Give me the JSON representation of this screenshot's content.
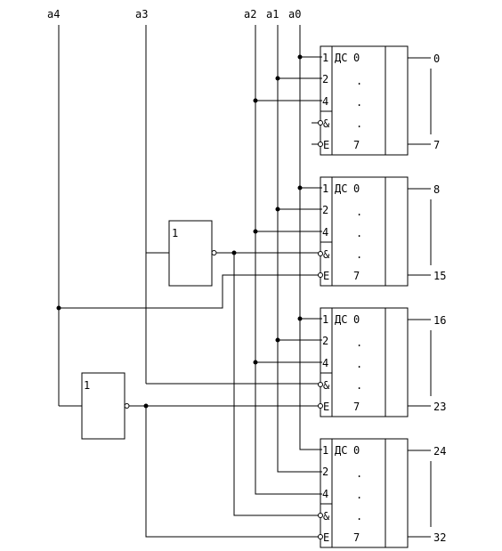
{
  "inputs": {
    "a4": "a4",
    "a3": "a3",
    "a2": "a2",
    "a1": "a1",
    "a0": "a0"
  },
  "gates": {
    "not_upper": "1",
    "not_lower": "1"
  },
  "decoders": [
    {
      "title": "ДС",
      "in1": "1",
      "in2": "2",
      "in4": "4",
      "in_and": "&",
      "in_e": "E",
      "out_first": "0",
      "out_last": "7",
      "ell1": ".",
      "ell2": ".",
      "ell3": ".",
      "label_first": "0",
      "label_last": "7"
    },
    {
      "title": "ДС",
      "in1": "1",
      "in2": "2",
      "in4": "4",
      "in_and": "&",
      "in_e": "E",
      "out_first": "0",
      "out_last": "7",
      "ell1": ".",
      "ell2": ".",
      "ell3": ".",
      "label_first": "8",
      "label_last": "15"
    },
    {
      "title": "ДС",
      "in1": "1",
      "in2": "2",
      "in4": "4",
      "in_and": "&",
      "in_e": "E",
      "out_first": "0",
      "out_last": "7",
      "ell1": ".",
      "ell2": ".",
      "ell3": ".",
      "label_first": "16",
      "label_last": "23"
    },
    {
      "title": "ДС",
      "in1": "1",
      "in2": "2",
      "in4": "4",
      "in_and": "&",
      "in_e": "E",
      "out_first": "0",
      "out_last": "7",
      "ell1": ".",
      "ell2": ".",
      "ell3": ".",
      "label_first": "24",
      "label_last": "32"
    }
  ],
  "colors": {
    "line": "#000000",
    "background": "#ffffff"
  }
}
